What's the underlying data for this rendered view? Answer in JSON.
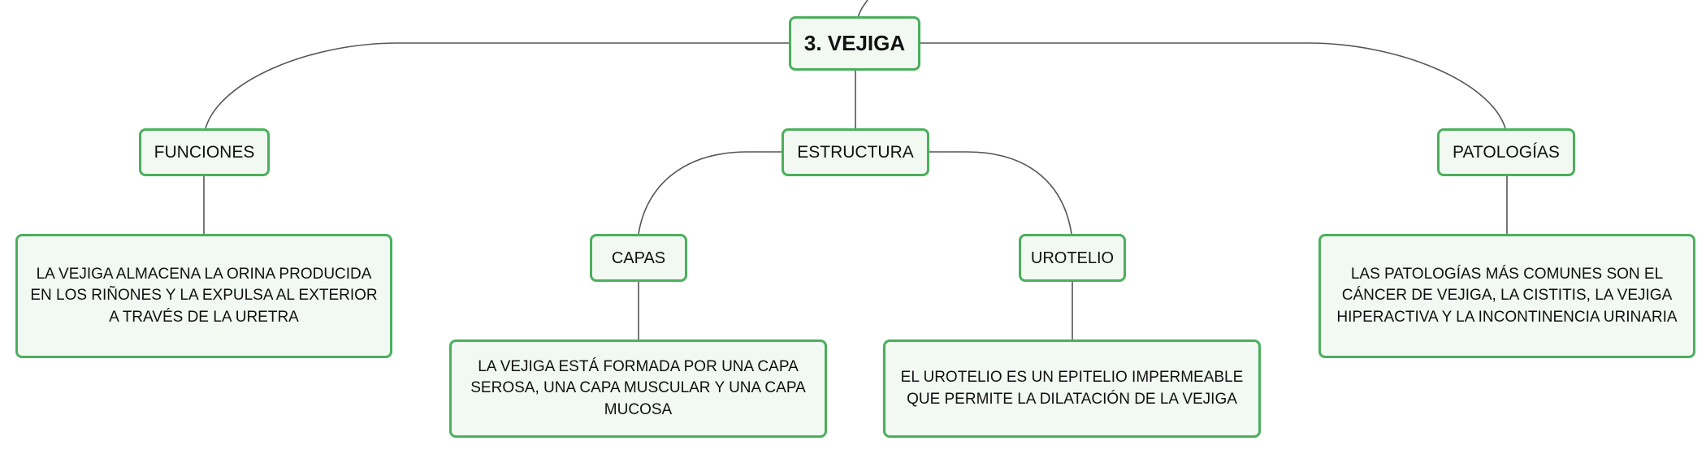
{
  "colors": {
    "node_border": "#4caf5c",
    "node_fill": "#f1f9f2",
    "connector": "#555555"
  },
  "diagram": {
    "root": {
      "label": "3. VEJIGA"
    },
    "funciones": {
      "label": "FUNCIONES",
      "detail": "LA VEJIGA ALMACENA LA ORINA PRODUCIDA EN LOS RIÑONES Y LA EXPULSA AL EXTERIOR A TRAVÉS DE LA URETRA"
    },
    "estructura": {
      "label": "ESTRUCTURA",
      "capas": {
        "label": "CAPAS",
        "detail": "LA VEJIGA ESTÁ FORMADA POR UNA CAPA SEROSA, UNA CAPA MUSCULAR Y UNA CAPA MUCOSA"
      },
      "urotelio": {
        "label": "UROTELIO",
        "detail": "EL UROTELIO ES UN EPITELIO IMPERMEABLE QUE PERMITE LA DILATACIÓN DE LA VEJIGA"
      }
    },
    "patologias": {
      "label": "PATOLOGÍAS",
      "detail": "LAS PATOLOGÍAS MÁS COMUNES SON EL CÁNCER DE VEJIGA, LA CISTITIS, LA VEJIGA HIPERACTIVA Y LA INCONTINENCIA URINARIA"
    }
  }
}
